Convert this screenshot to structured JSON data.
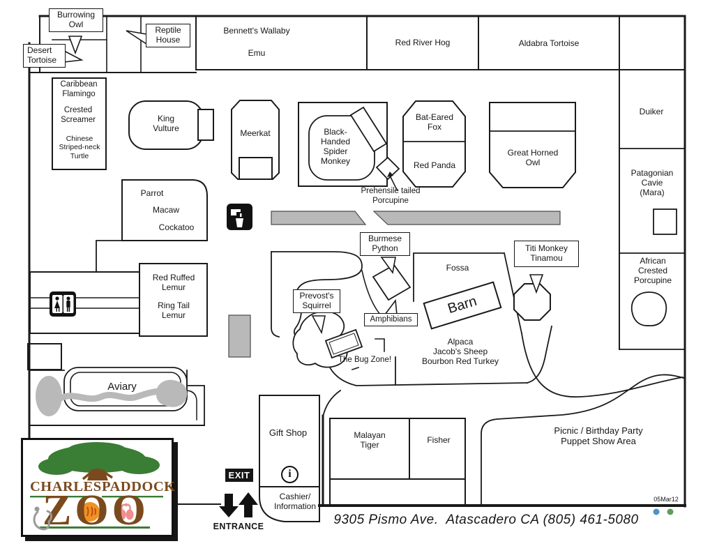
{
  "colors": {
    "ink": "#1a1a1a",
    "walkway_gray": "#b9b9b9",
    "logo_brown": "#7a4a1e",
    "logo_green": "#3a7d35",
    "tiger_orange": "#ef9225",
    "flamingo_pink": "#ee8e90",
    "monkey_gray": "#9a9a9a",
    "dot_blue": "#4d94c6",
    "dot_green": "#619c5e"
  },
  "labels": {
    "burrowing_owl": "Burrowing\nOwl",
    "desert_tortoise": "Desert\nTortoise",
    "reptile_house": "Reptile\nHouse",
    "bennetts_wallaby": "Bennett's Wallaby",
    "emu": "Emu",
    "red_river_hog": "Red River Hog",
    "aldabra_tortoise": "Aldabra Tortoise",
    "duiker": "Duiker",
    "patagonian_cavie": "Patagonian\nCavie\n(Mara)",
    "african_crested_porcupine": "African\nCrested\nPorcupine",
    "caribbean_flamingo": "Caribbean\nFlamingo",
    "crested_screamer": "Crested\nScreamer",
    "chinese_striped_neck_turtle": "Chinese\nStriped-neck\nTurtle",
    "king_vulture": "King\nVulture",
    "meerkat": "Meerkat",
    "black_handed_spider_monkey": "Black-\nHanded\nSpider\nMonkey",
    "prehensile_tailed_porcupine": "Prehensile tailed\nPorcupine",
    "bat_eared_fox": "Bat-Eared\nFox",
    "red_panda": "Red Panda",
    "great_horned_owl": "Great Horned\nOwl",
    "parrot": "Parrot",
    "macaw": "Macaw",
    "cockatoo": "Cockatoo",
    "burmese_python": "Burmese\nPython",
    "fossa": "Fossa",
    "titi_monkey_tinamou": "Titi Monkey\nTinamou",
    "barn": "Barn",
    "red_ruffed_lemur": "Red Ruffed\nLemur",
    "ring_tail_lemur": "Ring Tail\nLemur",
    "prevosts_squirrel": "Prevost's\nSquirrel",
    "amphibians": "Amphibians",
    "barnyard_animals": "Alpaca\nJacob's Sheep\nBourbon Red Turkey",
    "bug_zone": "The Bug Zone!",
    "aviary": "Aviary",
    "gift_shop": "Gift Shop",
    "cashier_information": "Cashier/\nInformation",
    "malayan_tiger": "Malayan\nTiger",
    "fisher": "Fisher",
    "picnic_area": "Picnic / Birthday Party\nPuppet Show Area",
    "exit": "EXIT",
    "entrance": "ENTRANCE"
  },
  "footer": {
    "address": "9305 Pismo Ave.  Atascadero CA (805) 461-5080",
    "date_stamp": "05Mar12"
  },
  "logo": {
    "charles": "CHARLES",
    "paddock": "PADDOCK",
    "zoo": "ZOO"
  },
  "icons": {
    "information_glyph": "i",
    "drinking_fountain": "drinking-fountain-icon",
    "restroom": "restroom-icon"
  }
}
